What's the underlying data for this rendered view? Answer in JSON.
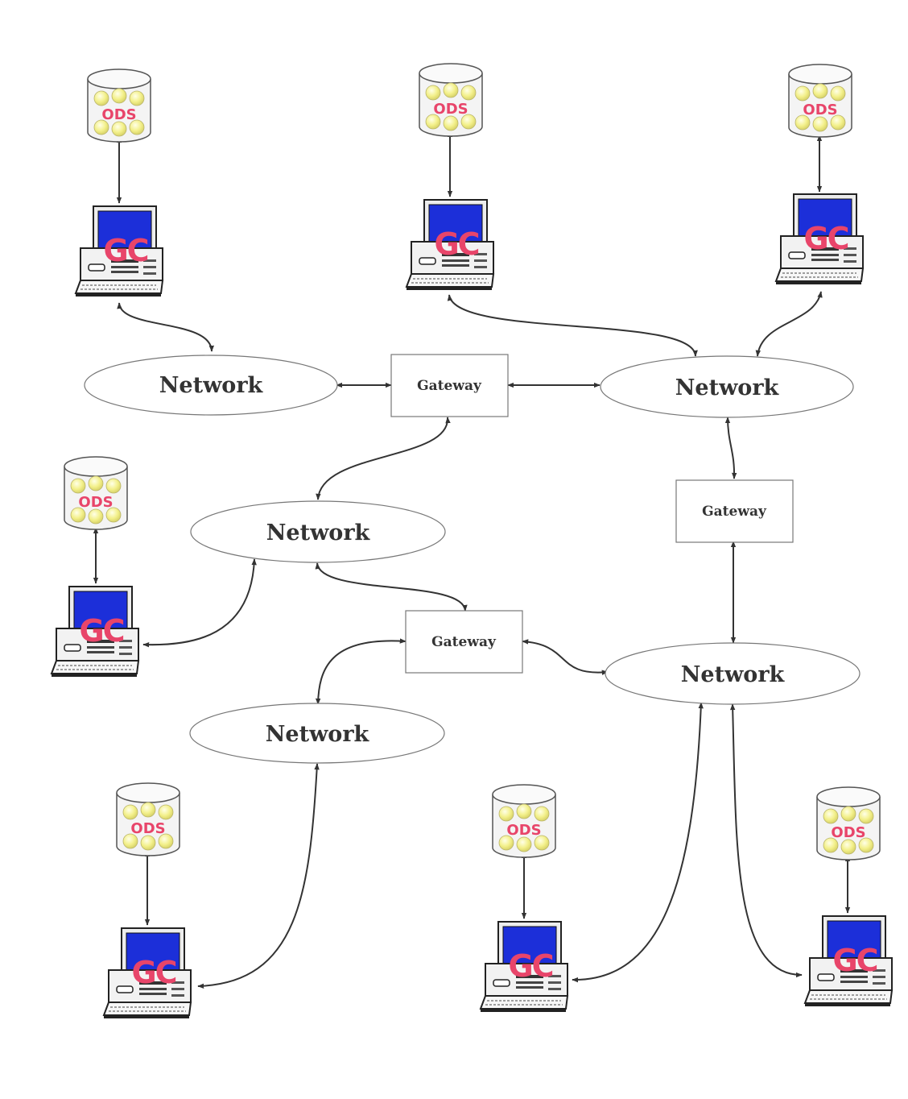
{
  "labels": {
    "network": "Network",
    "gateway": "Gateway",
    "ods": "ODS",
    "gc": "GC"
  },
  "colors": {
    "line": "#333333",
    "label_accent": "#e8456a",
    "disk": "#f3f08a",
    "screen": "#1c2fd9"
  },
  "nodes": {
    "networks": [
      {
        "id": "network-top-left",
        "label": "Network"
      },
      {
        "id": "network-top-right",
        "label": "Network"
      },
      {
        "id": "network-middle",
        "label": "Network"
      },
      {
        "id": "network-bottom-right",
        "label": "Network"
      },
      {
        "id": "network-bottom-left",
        "label": "Network"
      }
    ],
    "gateways": [
      {
        "id": "gateway-top",
        "label": "Gateway"
      },
      {
        "id": "gateway-right",
        "label": "Gateway"
      },
      {
        "id": "gateway-center",
        "label": "Gateway"
      }
    ],
    "stations": [
      {
        "id": "station-1",
        "store": "ODS",
        "computer": "GC"
      },
      {
        "id": "station-2",
        "store": "ODS",
        "computer": "GC"
      },
      {
        "id": "station-3",
        "store": "ODS",
        "computer": "GC"
      },
      {
        "id": "station-4",
        "store": "ODS",
        "computer": "GC"
      },
      {
        "id": "station-5",
        "store": "ODS",
        "computer": "GC"
      },
      {
        "id": "station-6",
        "store": "ODS",
        "computer": "GC"
      },
      {
        "id": "station-7",
        "store": "ODS",
        "computer": "GC"
      }
    ]
  },
  "edges": [
    {
      "from": "station-1",
      "to": "network-top-left"
    },
    {
      "from": "network-top-left",
      "to": "gateway-top"
    },
    {
      "from": "gateway-top",
      "to": "network-top-right"
    },
    {
      "from": "station-2",
      "to": "network-top-right"
    },
    {
      "from": "station-3",
      "to": "network-top-right"
    },
    {
      "from": "gateway-top",
      "to": "network-middle"
    },
    {
      "from": "network-top-right",
      "to": "gateway-right"
    },
    {
      "from": "gateway-right",
      "to": "network-bottom-right"
    },
    {
      "from": "station-4",
      "to": "network-middle"
    },
    {
      "from": "network-middle",
      "to": "gateway-center"
    },
    {
      "from": "gateway-center",
      "to": "network-bottom-right"
    },
    {
      "from": "gateway-center",
      "to": "network-bottom-left"
    },
    {
      "from": "network-bottom-left",
      "to": "station-5"
    },
    {
      "from": "network-bottom-right",
      "to": "station-6"
    },
    {
      "from": "network-bottom-right",
      "to": "station-7"
    }
  ]
}
